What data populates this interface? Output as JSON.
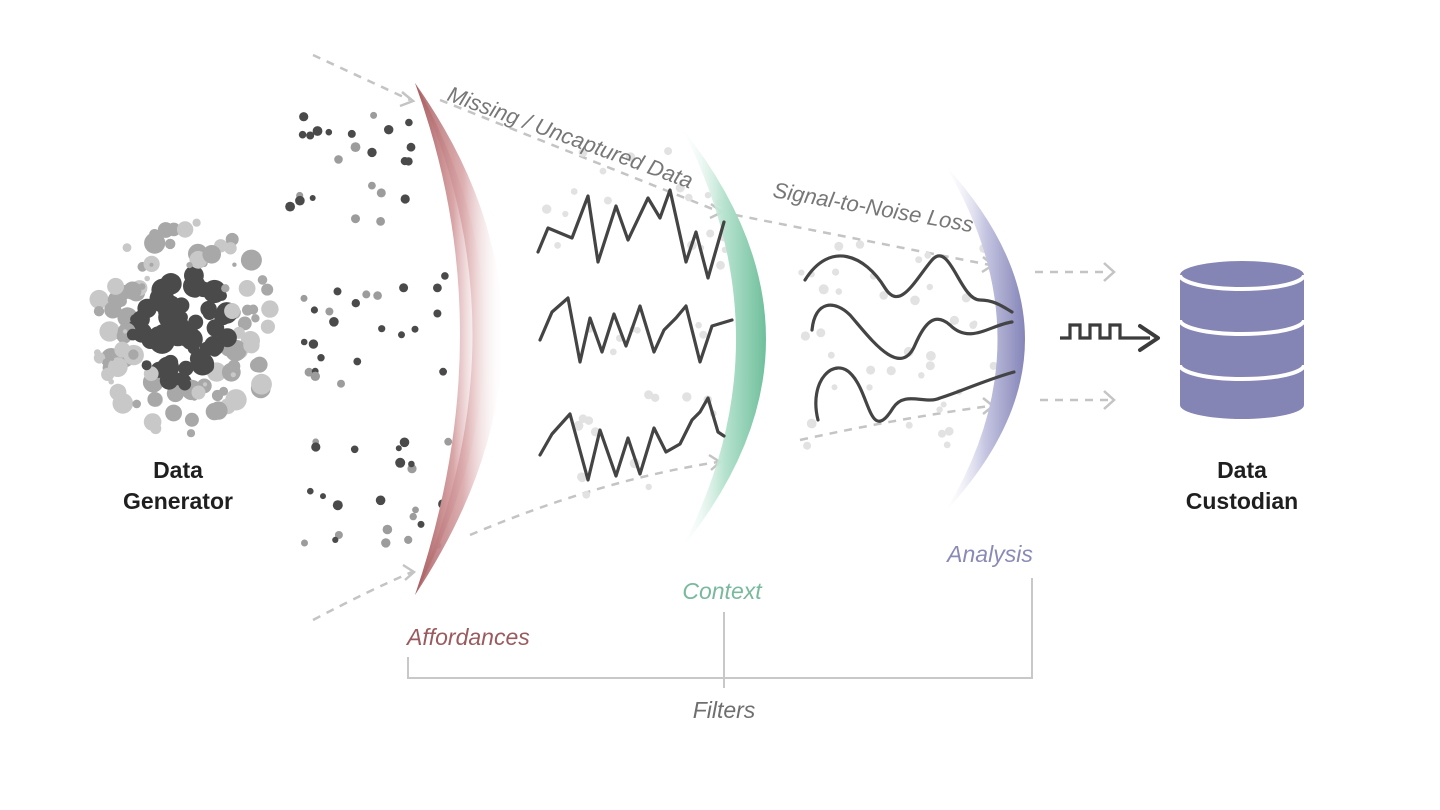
{
  "nodes": {
    "generator": {
      "line1": "Data",
      "line2": "Generator"
    },
    "custodian": {
      "line1": "Data",
      "line2": "Custodian"
    }
  },
  "flow_labels": {
    "missing": "Missing / Uncaptured Data",
    "noise": "Signal-to-Noise Loss"
  },
  "filters": {
    "affordances": {
      "label": "Affordances",
      "color": "#b5676a"
    },
    "context": {
      "label": "Context",
      "color": "#7cc5a5"
    },
    "analysis": {
      "label": "Analysis",
      "color": "#8f8fc2"
    },
    "group_label": "Filters"
  },
  "colors": {
    "dark_dot": "#4a4a4a",
    "light_dot": "#c8c8c8",
    "signal": "#444444",
    "database": "#8585b5",
    "guide": "#c4c4c4"
  },
  "icons": {
    "database": "database-icon",
    "output_arrow": "square-wave-arrow-icon"
  }
}
